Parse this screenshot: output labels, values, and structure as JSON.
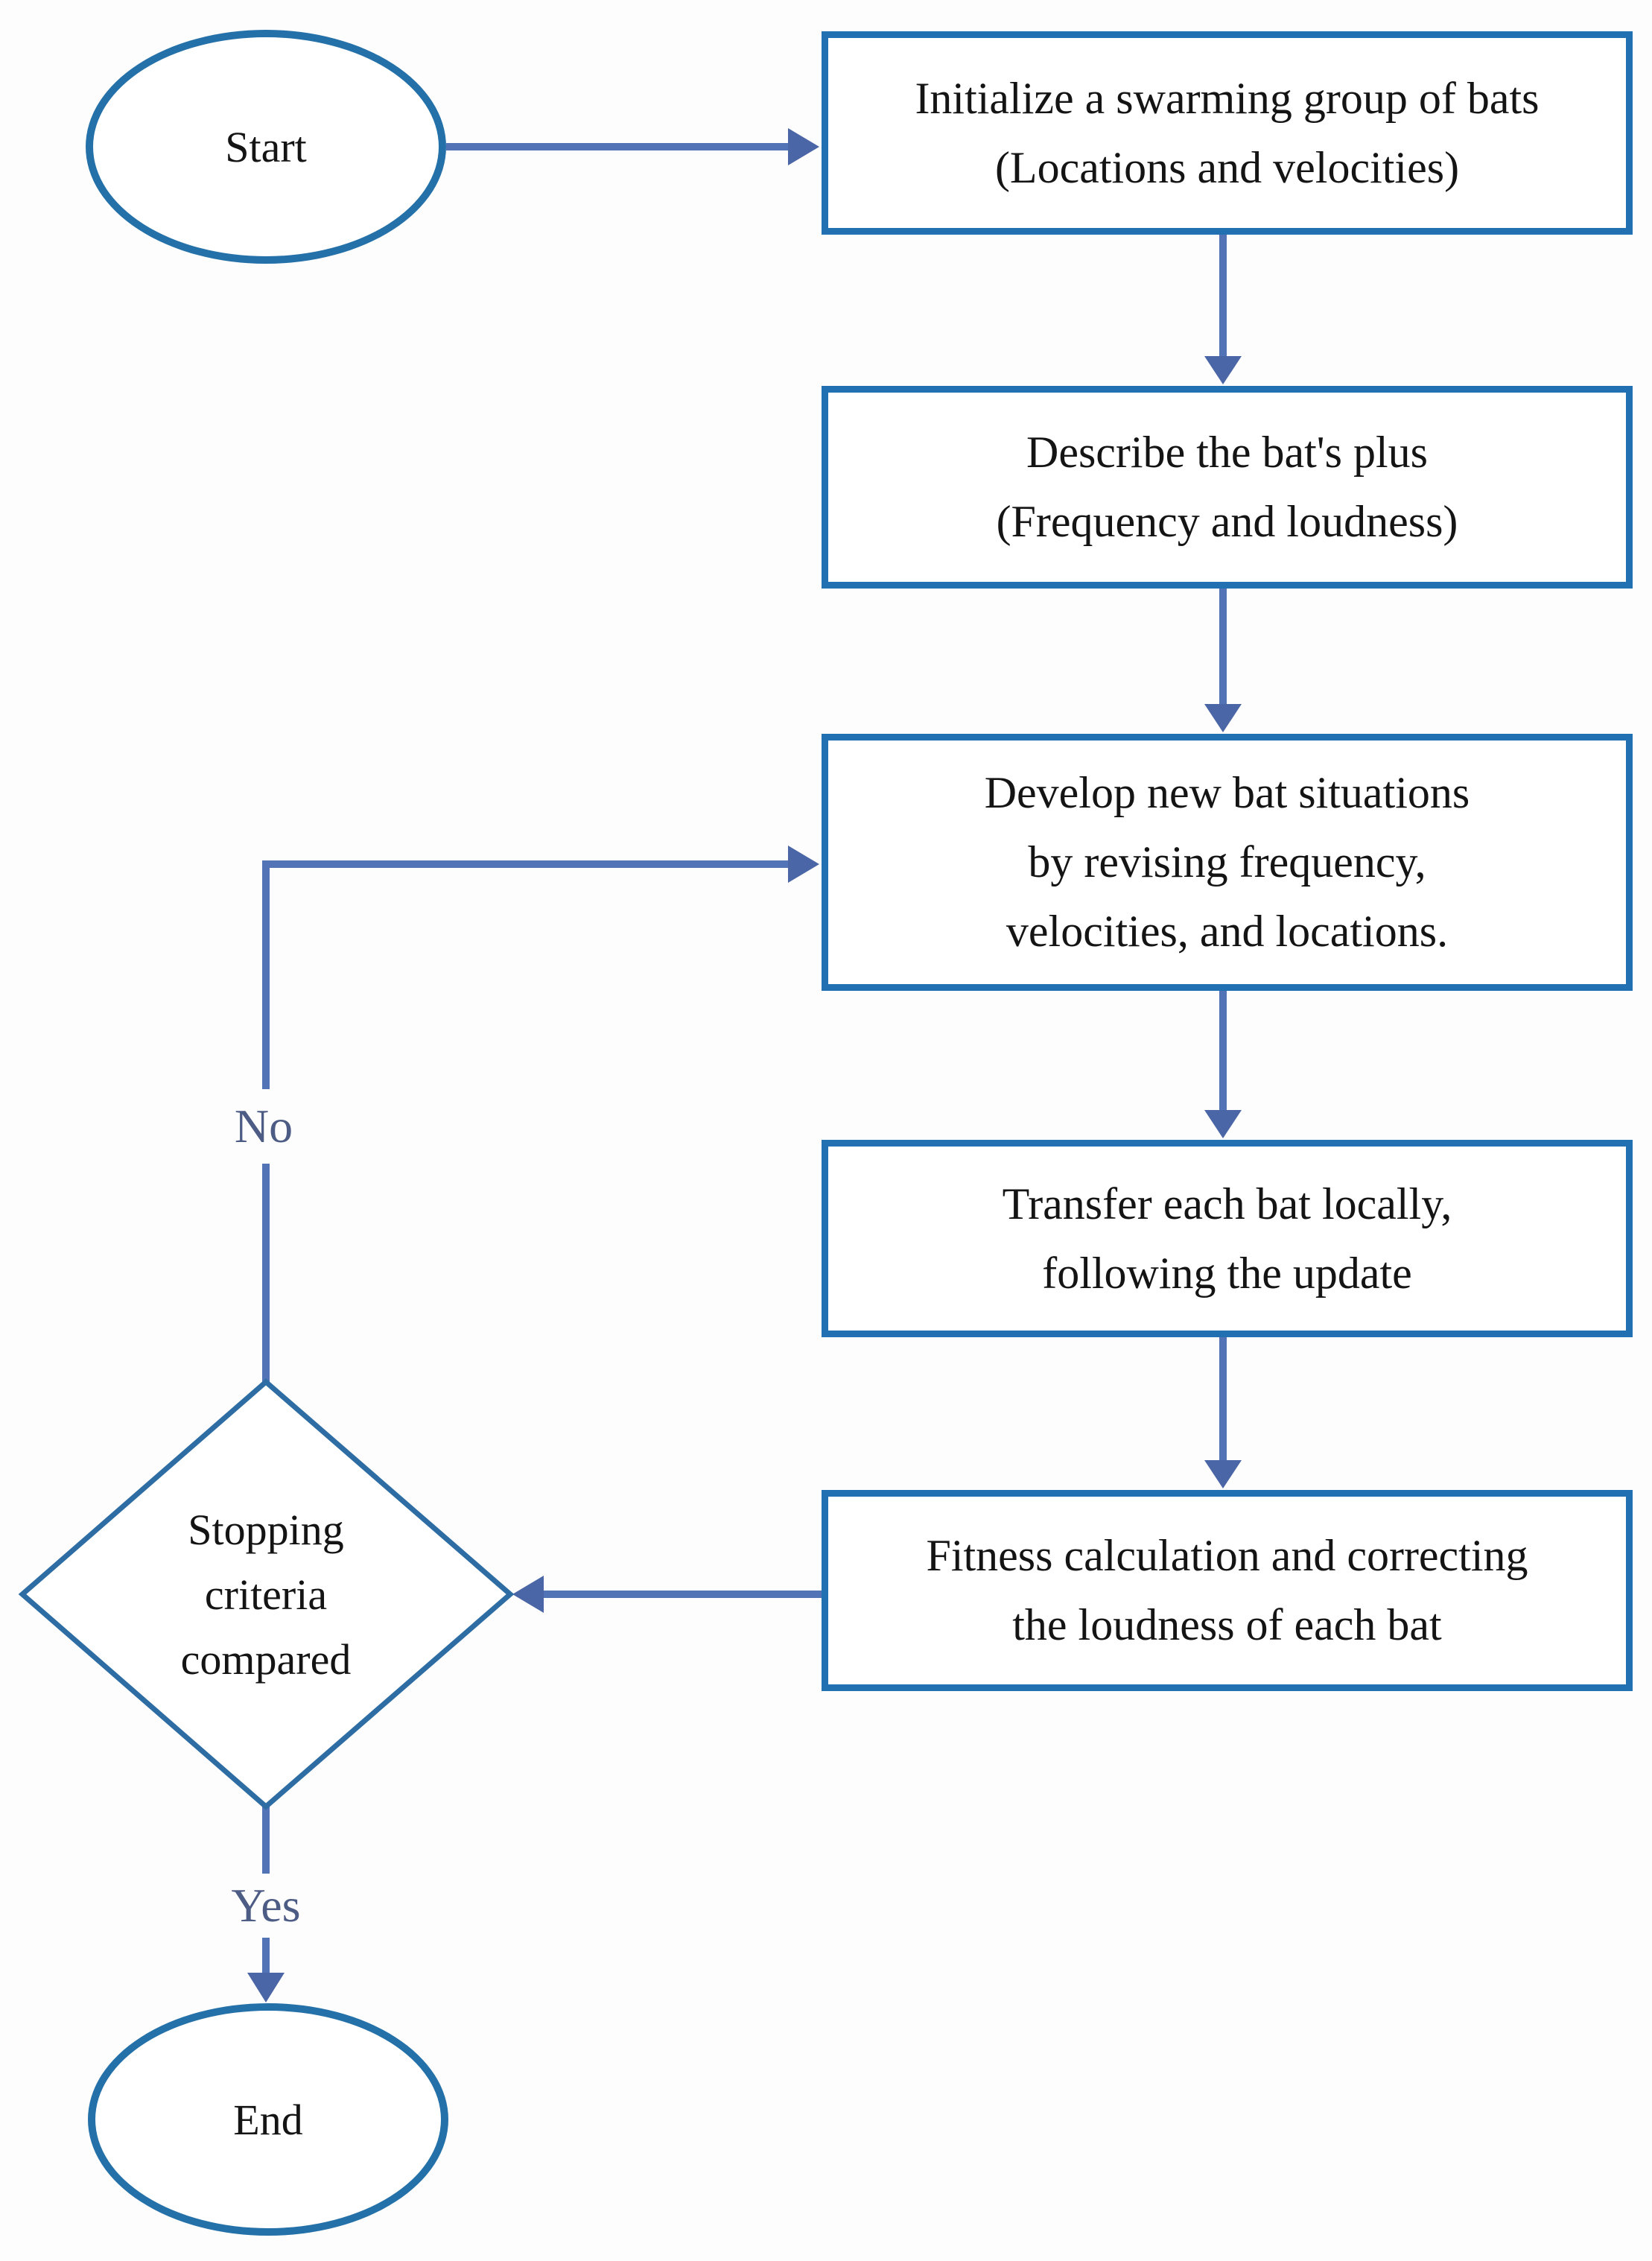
{
  "palette": {
    "page_background": "#fdfdfd",
    "box_border": "#2171b2",
    "ellipse_border": "#2470a8",
    "diamond_border": "#2d6da3",
    "connector": "#5273b6",
    "arrowhead": "#4b66a6",
    "label": "#4d5c84",
    "text": "#141414"
  },
  "flowchart": {
    "start": {
      "label": "Start"
    },
    "end": {
      "label": "End"
    },
    "steps": [
      {
        "lines": [
          "Initialize a swarming group of bats",
          "(Locations and velocities)"
        ]
      },
      {
        "lines": [
          "Describe the bat's plus",
          "(Frequency and loudness)"
        ]
      },
      {
        "lines": [
          "Develop new bat situations",
          "by revising frequency,",
          "velocities, and locations."
        ]
      },
      {
        "lines": [
          "Transfer each bat locally,",
          "following the update"
        ]
      },
      {
        "lines": [
          "Fitness calculation and correcting",
          "the loudness of each bat"
        ]
      }
    ],
    "decision": {
      "lines": [
        "Stopping",
        "criteria",
        "compared"
      ]
    },
    "branches": {
      "no_label": "No",
      "yes_label": "Yes"
    }
  }
}
